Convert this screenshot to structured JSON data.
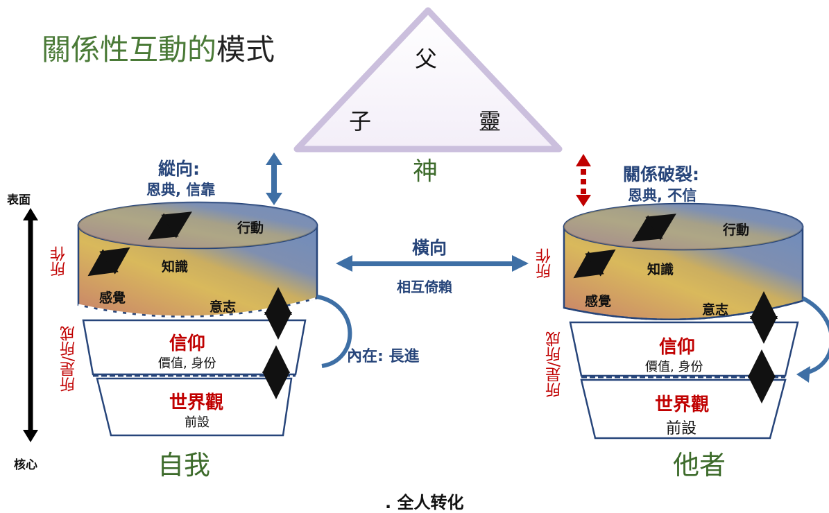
{
  "title": {
    "green_part": "關係性互動的",
    "black_part": "模式"
  },
  "trinity": {
    "top": "父",
    "left": "子",
    "right": "靈",
    "god": "神"
  },
  "vertical": {
    "label": "縱向:",
    "sub": "恩典, 信靠"
  },
  "broken": {
    "label": "關係破裂:",
    "sub": "恩典, 不信"
  },
  "horizontal": {
    "label": "橫向",
    "sub": "相互倚賴"
  },
  "inner": {
    "label": "內在: 長進"
  },
  "axis": {
    "top": "表面",
    "bottom": "核心"
  },
  "self": {
    "doing": "所作",
    "being": "所是/所成",
    "action": "行動",
    "knowledge": "知識",
    "feeling": "感覺",
    "will": "意志",
    "belief": "信仰",
    "belief_sub": "價值, 身份",
    "worldview": "世界觀",
    "worldview_sub": "前設",
    "name": "自我"
  },
  "other": {
    "doing": "所作",
    "being": "所是/所成",
    "action": "行動",
    "knowledge": "知識",
    "feeling": "感覺",
    "will": "意志",
    "belief": "信仰",
    "belief_sub": "價值, 身份",
    "worldview": "世界觀",
    "worldview_sub": "前設",
    "name": "他者"
  },
  "caption": ". 全人转化",
  "colors": {
    "navy": "#27457a",
    "red": "#c00000",
    "green": "#3d6b2b",
    "arrow_blue": "#3e6fa5"
  }
}
